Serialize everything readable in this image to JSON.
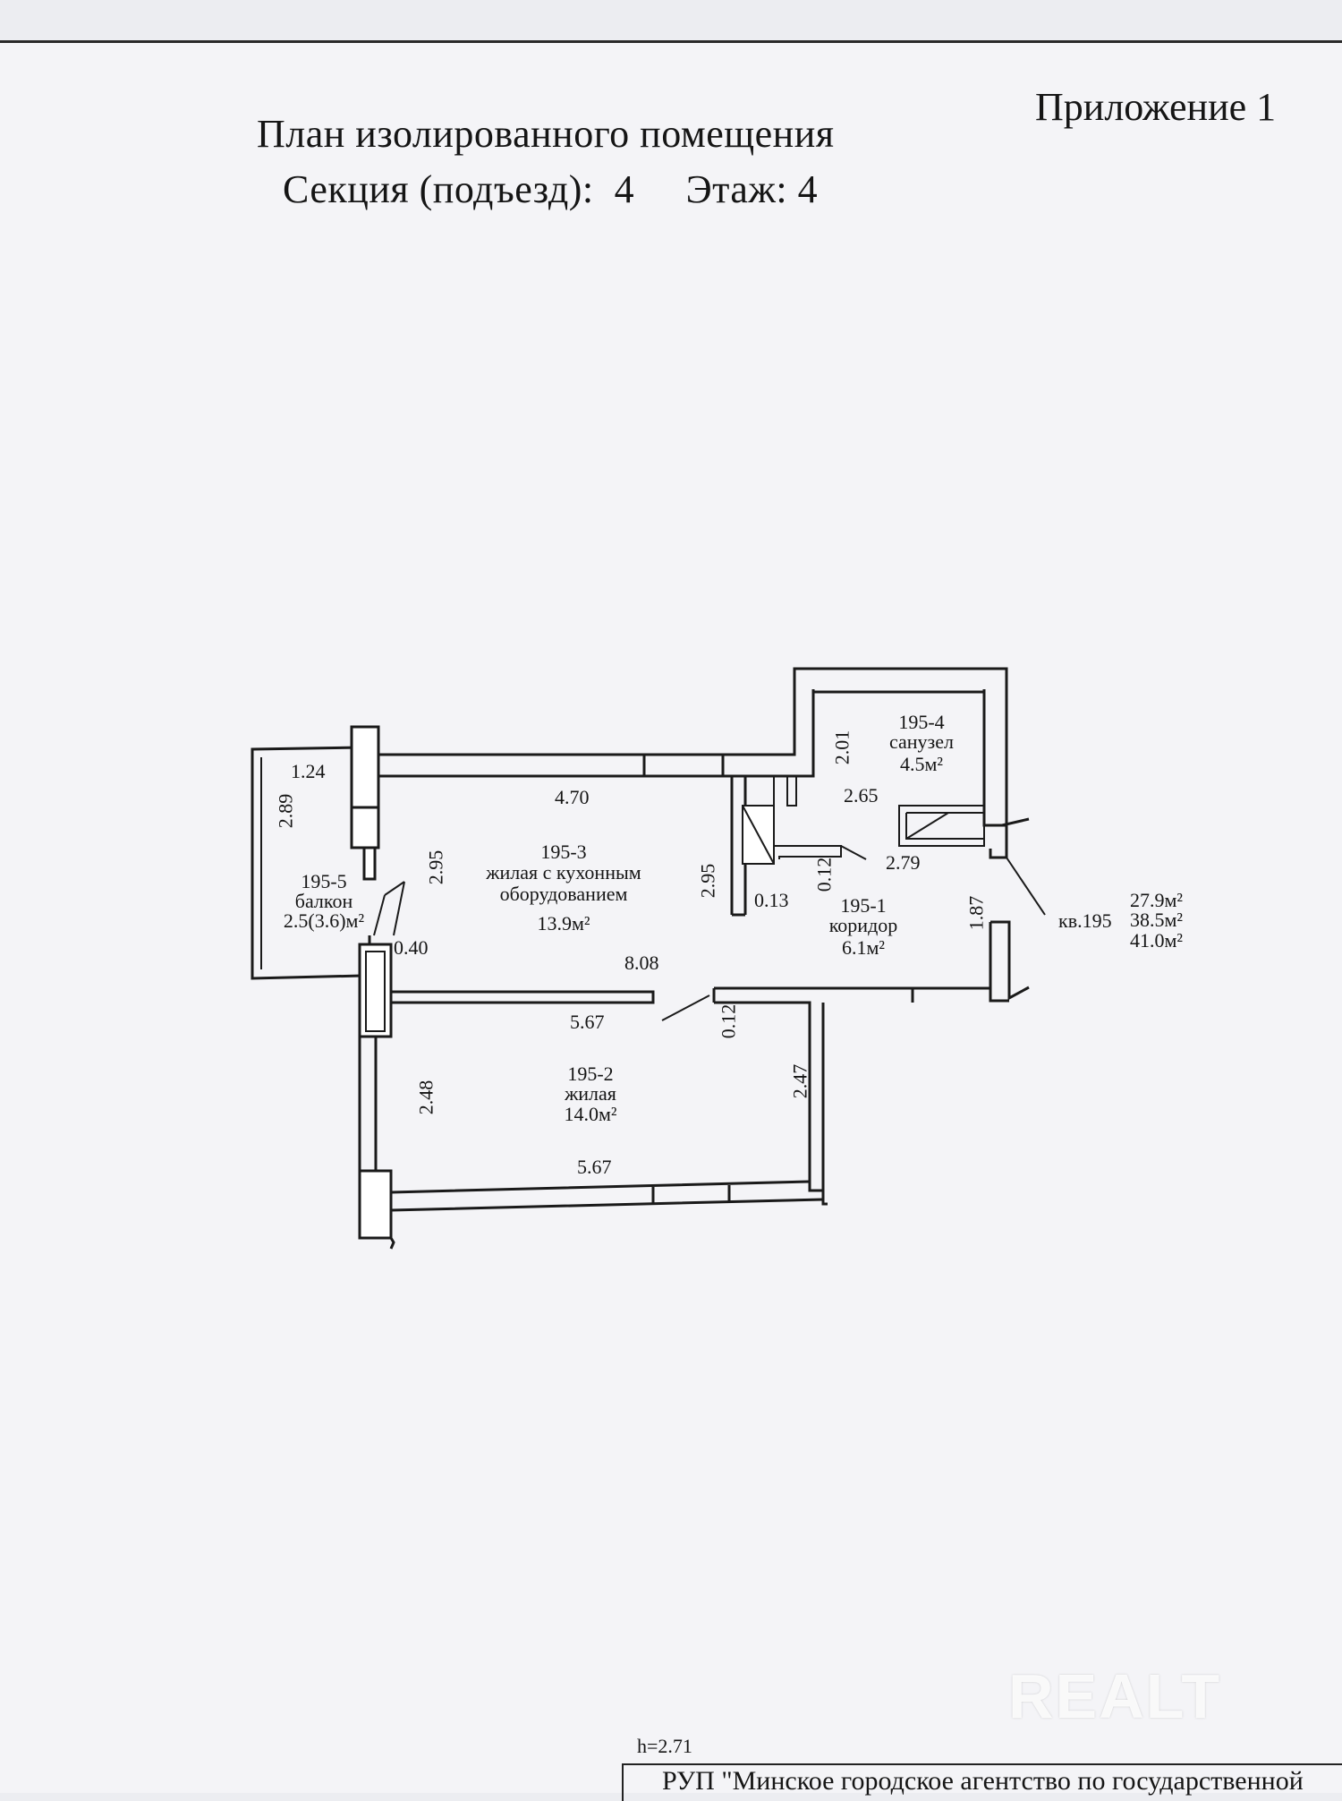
{
  "header": {
    "appendix": "Приложение 1",
    "title": "План изолированного помещения",
    "section_line": "Секция (подъезд):  4     Этаж: 4"
  },
  "rooms": {
    "balcony": {
      "id": "195-5",
      "name": "балкон",
      "area": "2.5(3.6)м²"
    },
    "kitchen_living": {
      "id": "195-3",
      "name_line1": "жилая с кухонным",
      "name_line2": "оборудованием",
      "area": "13.9м²"
    },
    "bathroom": {
      "id": "195-4",
      "name": "санузел",
      "area": "4.5м²"
    },
    "corridor": {
      "id": "195-1",
      "name": "коридор",
      "area": "6.1м²"
    },
    "living": {
      "id": "195-2",
      "name": "жилая",
      "area": "14.0м²"
    }
  },
  "apartment": {
    "label": "кв.195",
    "area_living": "27.9м²",
    "area_total": "38.5м²",
    "area_full": "41.0м²"
  },
  "dimensions": {
    "balcony_width": "1.24",
    "balcony_height": "2.89",
    "kitchen_width": "4.70",
    "kitchen_height": "2.95",
    "wall_offset": "0.40",
    "total_length": "8.08",
    "partition_height": "2.95",
    "partition_thickness": "0.13",
    "bath_height": "2.01",
    "bath_width": "2.65",
    "corridor_width": "2.79",
    "small_wall_1": "0.12",
    "small_wall_2": "0.12",
    "corridor_height": "1.87",
    "living_width_top": "5.67",
    "living_width_bottom": "5.67",
    "living_height_left": "2.48",
    "living_height_right": "2.47"
  },
  "footer": {
    "ceiling_height": "h=2.71",
    "agency": "РУП \"Минское городское агентство по государственной"
  },
  "watermark": "REALT"
}
